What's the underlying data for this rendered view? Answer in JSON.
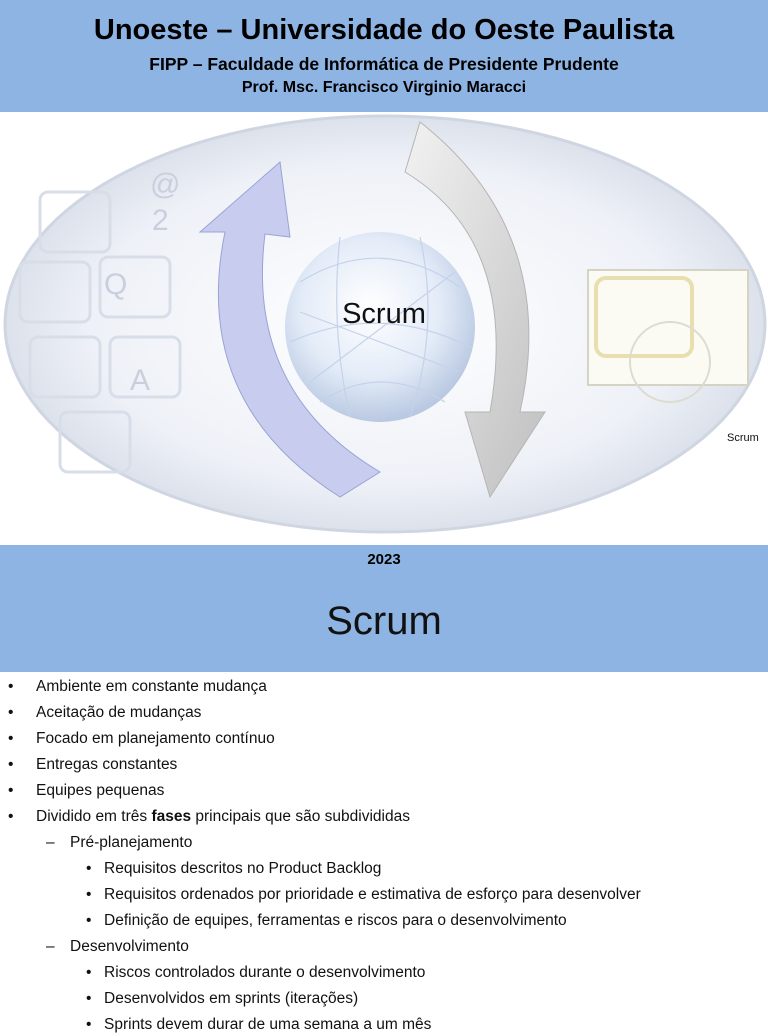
{
  "header": {
    "university": "Unoeste – Universidade do Oeste Paulista",
    "faculty": "FIPP – Faculdade de Informática de Presidente Prudente",
    "professor": "Prof. Msc. Francisco Virginio Maracci"
  },
  "hero": {
    "title": "Scrum",
    "side_label": "Scrum",
    "keys": [
      "@",
      "2",
      "Q",
      "A"
    ]
  },
  "year": "2023",
  "slide": {
    "title": "Scrum",
    "bullets": [
      {
        "mark": "•",
        "text": "Ambiente em constante mudança"
      },
      {
        "mark": "•",
        "text": "Aceitação de mudanças"
      },
      {
        "mark": "•",
        "text": "Focado em planejamento contínuo"
      },
      {
        "mark": "•",
        "text": "Entregas constantes"
      },
      {
        "mark": "•",
        "text": "Equipes pequenas"
      },
      {
        "mark": "•",
        "text_before": "Dividido em três ",
        "text_bold": "fases",
        "text_after": " principais que são subdivididas"
      },
      {
        "mark": "–",
        "text": "Pré-planejamento"
      },
      {
        "mark": "•",
        "text": "Requisitos descritos no Product Backlog"
      },
      {
        "mark": "•",
        "text": "Requisitos ordenados por prioridade e estimativa de esforço para desenvolver"
      },
      {
        "mark": "•",
        "text": "Definição de equipes, ferramentas e riscos para o desenvolvimento"
      },
      {
        "mark": "–",
        "text": "Desenvolvimento"
      },
      {
        "mark": "•",
        "text": "Riscos controlados durante o desenvolvimento"
      },
      {
        "mark": "•",
        "text": "Desenvolvidos em sprints (iterações)"
      },
      {
        "mark": "•",
        "text": "Sprints devem durar de uma semana a um mês"
      }
    ]
  },
  "colors": {
    "band": "#8eb4e3",
    "arrow_light": "#c7cdf0",
    "arrow_grey": "#d9d9d9"
  }
}
